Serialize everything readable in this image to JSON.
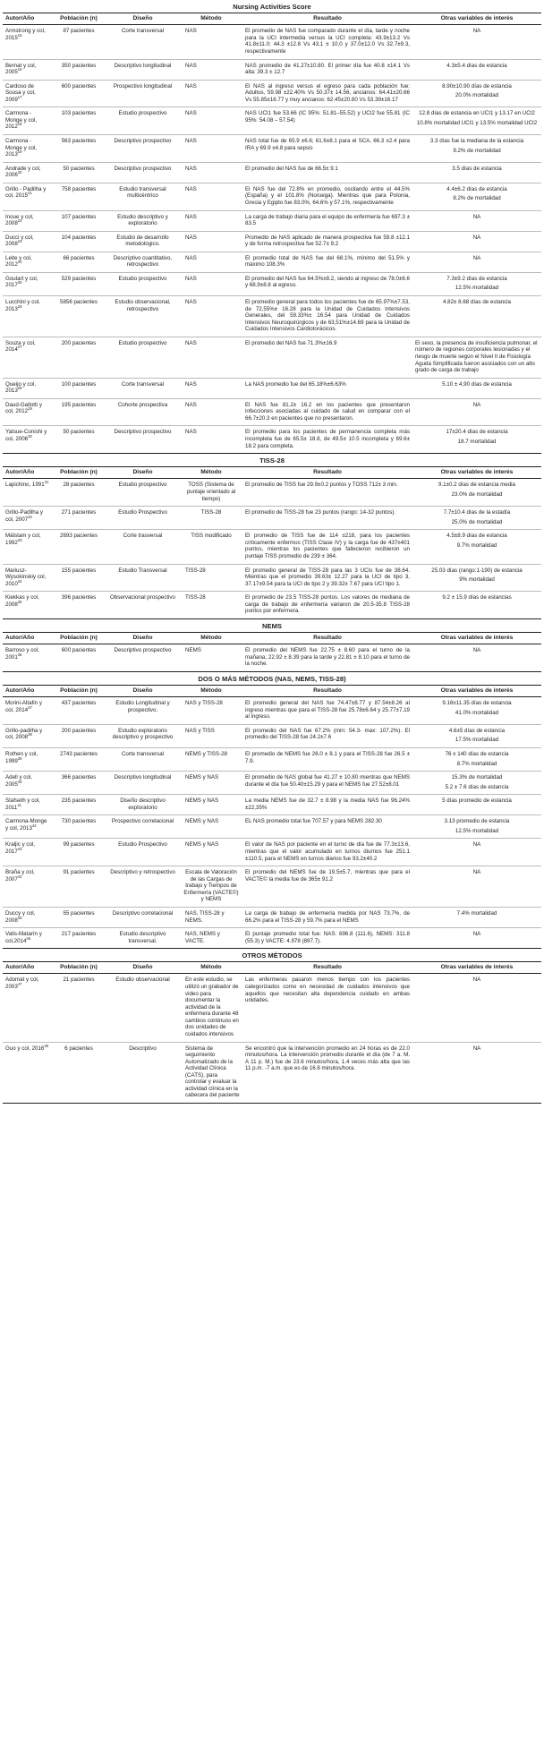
{
  "headers": [
    "Autor/Año",
    "Población (n)",
    "Diseño",
    "Método",
    "Resultado",
    "Otras variables de interés"
  ],
  "sections": [
    {
      "title": "Nursing Activities Score",
      "rows": [
        {
          "author": "Armstrong y col, 2015",
          "ref": "15",
          "population": "87 pacientes",
          "design": "Corte transversal",
          "method": "NAS",
          "result": "El promedio de NAS fue comparado durante el día, tarde y noche para la UCI intermedia versus la UCI completa: 43.9±13.2 Vs 41.8±11.0; 44.3 ±12.8 Vs 43.1 ± 10.0 y 37.0±12.0 Vs 32.7±9.3, respectivamente",
          "other": [
            "NA"
          ]
        },
        {
          "author": "Bernat y col, 2005",
          "ref": "16",
          "population": "350 pacientes",
          "design": "Descriptivo longitudinal",
          "method": "NAS",
          "result": "NAS promedio de 41.27±10.80. El primer día fue 40.8 ±14.1 Vs alta: 39.3 ± 12.7",
          "other": [
            "4.3±5.4 días de estancia"
          ]
        },
        {
          "author": "Cardoso de Sousa y col, 2009",
          "ref": "17",
          "population": "600 pacientes",
          "design": "Prospectivo longitudinal",
          "method": "NAS",
          "result": "El NAS al ingreso versus el egreso para cada población fue: Adultos, 59.98 ±22.40% Vs 50.37± 14.56, ancianos: 64.41±20.66 Vs 55.85±16.77 y muy ancianos: 62.45±20.80 Vs 53.39±16.17",
          "other": [
            "8.90±10.90 días de estancia",
            "20.0% mortalidad"
          ]
        },
        {
          "author": "Carmona - Monge y col, 2012",
          "ref": "18",
          "population": "103 pacientes",
          "design": "Estudio prospectivo",
          "method": "NAS",
          "result": "NAS UCI1 fue 53.66 (IC 95%: 51.81–55.52) y UCI2 fue 55.81 (IC 95%: 54.08 – 57.54)",
          "other": [
            "12.8 días de estancia en UCI1 y 13.17 en UCI2",
            "10.8% mortalidad UCI1 y 13.5% mortalidad UCI2"
          ]
        },
        {
          "author": "Carmona - Monge y col, 2013",
          "ref": "19",
          "population": "563 pacientes",
          "design": "Descriptivo prospectivo",
          "method": "NAS",
          "result": "NAS total fue de 65.9 ±6.6; 61.6±8.1 para el SCA, 66.3 ±2.4 para IRA y 69.9 ±4.8 para sepsis",
          "other": [
            "3.3 días fue la mediana de la estancia",
            "9.2% de mortalidad"
          ]
        },
        {
          "author": "Andrade y col, 2006",
          "ref": "20",
          "population": "50 pacientes",
          "design": "Descriptivo prospectivo",
          "method": "NAS",
          "result": "El promedio del NAS fue de 66.5± 9.1",
          "other": [
            "3.5 días de estancia"
          ]
        },
        {
          "author": "Grillo - Padilha y col, 2015",
          "ref": "21",
          "population": "758 pacientes",
          "design": "Estudio transversal multicéntrico",
          "method": "NAS",
          "result": "El NAS fue del 72.8% en promedio, oscilando entre el 44.5% (España) y el 101.8% (Noruega). Mientras que para Polonia, Grecia y Egipto fue 83.0%, 64.6% y 57.1%, respectivamente",
          "other": [
            "4.4±6.2 días de estancia",
            "8.2% de mortalidad"
          ]
        },
        {
          "author": "Inoue y col, 2008",
          "ref": "22",
          "population": "107 pacientes",
          "design": "Estudio descriptivo y exploratorio",
          "method": "NAS",
          "result": "La carga de trabajo diaria para el equipo de enfermería fue 697.3 ± 83.5",
          "other": [
            "NA"
          ]
        },
        {
          "author": "Ducci y col, 2008",
          "ref": "23",
          "population": "104 pacientes",
          "design": "Estudio de desarrollo metodológico.",
          "method": "NAS",
          "result": "Promedio de NAS aplicado de manera prospectiva fue 59.8 ±12.1 y de forma retrospectiva fue 52.7± 9.2",
          "other": [
            "NA"
          ]
        },
        {
          "author": "Leite y col, 2012",
          "ref": "24",
          "population": "66 pacientes",
          "design": "Descriptivo cuantitativo, retrospectivo",
          "method": "NAS",
          "result": "El promedio total de NAS fue del 68.1%, mínimo del 51.5% y máximo 108.3%",
          "other": [
            "NA"
          ]
        },
        {
          "author": "Goulart y col, 2017",
          "ref": "25",
          "population": "529 pacientes",
          "design": "Estudio prospectivo",
          "method": "NAS",
          "result": "El promedio del NAS fue 64.5%±8.2, siendo al ingreso de 78.0±6.6 y 68.9±8.8 al egreso.",
          "other": [
            "7.3±9.2 días de estancia",
            "12.5% mortalidad"
          ]
        },
        {
          "author": "Lucchini y col, 2013",
          "ref": "26",
          "population": "5856 pacientes",
          "design": "Estudio observacional, retrospectivo",
          "method": "NAS",
          "result": "El promedio general para todos los pacientes fue de 65.97%±7.53, de 72,55%± 16.28 para la Unidad de Cuidados Intensivos Generales, del 59.33%± 16.54 para Unidad de Cuidados Intensivos Neuroquirúrgicos y de 63,51%±14.69 para la Unidad de Cuidados Intensivos Cardiotorácicos.",
          "other": [
            "4.82± 8.68 días de estancia"
          ]
        },
        {
          "author": "Souza y col, 2014",
          "ref": "27",
          "population": "200 pacientes",
          "design": "Estudio prospectivo",
          "method": "NAS",
          "result": "El promedio del NAS fue 71.3%±16.9",
          "other": [
            "El sexo, la presencia de insuficiencia pulmonar, el número de regiones corporales lesionadas y el riesgo de muerte según el Nivel II de Fisiología Aguda Simplificada fueron asociados con un alto grado de carga de trabajo"
          ],
          "other_left": true
        },
        {
          "author": "Queijo y col, 2013",
          "ref": "28",
          "population": "100 pacientes",
          "design": "Corte transversal",
          "method": "NAS",
          "result": "La NAS promedio fue del 65.18%±6.63%",
          "other": [
            "5.10 ± 4,90 días de estancia"
          ]
        },
        {
          "author": "Daud-Gallotti y col, 2012",
          "ref": "29",
          "population": "195 pacientes",
          "design": "Cohorte prospectiva",
          "method": "NAS",
          "result": "El NAS fue 81.2± 16.2 en los pacientes que presentaron infecciones asociadas al cuidado de salud en comparar con el 66.7±20.3 en pacientes que no presentaron.",
          "other": [
            "NA"
          ]
        },
        {
          "author": "Yatsue-Conishi y col, 2006",
          "ref": "30",
          "population": "50 pacientes",
          "design": "Descriptivo prospectivo",
          "method": "NAS",
          "result": "El promedio para los pacientes de permanencia completa más incompleta fue de 65.5± 18.8, de 49.5± 10.5 incompleta y 69.6± 18.2 para completa.",
          "other": [
            "17±20.4 días de estancia",
            "18.7 mortalidad"
          ]
        }
      ]
    },
    {
      "title": "TISS-28",
      "rows": [
        {
          "author": "Lapichino, 1991",
          "ref": "31",
          "population": "28 pacientes",
          "design": "Estudio prospectivo",
          "method": "TOSS (Sistema de puntaje orientado al tiempo)",
          "method_center": true,
          "result": "El promedio de TISS fue 29.9±0.2 puntos y TOSS 712± 3 min.",
          "other": [
            "9.1±0.2 días de estancia media",
            "23.0% de mortalidad"
          ]
        },
        {
          "author": "Grillo-Padilha y col, 2007",
          "ref": "32",
          "population": "271 pacientes",
          "design": "Estudio Prospectivo",
          "method": "TISS-28",
          "method_center": true,
          "result": "El promedio de TISS-28 fue 23 puntos (rango: 14-32 puntos).",
          "other": [
            "7.7±10.4 días de la estadía",
            "25.0% de mortalidad"
          ]
        },
        {
          "author": "Málstam y col, 1992",
          "ref": "33",
          "population": "2693 pacientes",
          "design": "Corte trasversal",
          "method": "TISS modificado",
          "method_center": true,
          "result": "El promedio de TISS fue de 114 ±218, para los pacientes críticamente enfermos (TISS Clase IV) y la carga fue de 437±401 puntos, mientras los pacientes que fallecieron recibieron un puntaje TISS promedio de 239 ± 364.",
          "other": [
            "4.5±8.9 días de estancia",
            "9.7% mortalidad"
          ]
        },
        {
          "author": "Mariusz-Wysokinskiy col, 2010",
          "ref": "34",
          "population": "155 pacientes",
          "design": "Estudio Transversal",
          "method": "TISS-28",
          "result": "El promedio general de TISS-28 para las 3 UCIs fue de 38.64. Mientras que el promedio 39.63± 12.27 para la UCI de tipo 3, 37.17±9.54 para la UCI de tipo 2 y 39.32± 7.67 para UCI tipo 1.",
          "other": [
            "25.03 días (rango:1-190) de estancia",
            "9% mortalidad"
          ]
        },
        {
          "author": "Kiekkas y col, 2008",
          "ref": "35",
          "population": "396 pacientes",
          "design": "Observacional prospectivo",
          "method": "TISS-28",
          "result": "El promedio de 23.5 TISS-28 puntos. Los valores de mediana de carga de trabajo de enfermería variaron de 20.5-35.8 TISS-28 puntos por enfermera.",
          "other": [
            "9.2 ± 15.9 días de estancias"
          ]
        }
      ]
    },
    {
      "title": "NEMS",
      "rows": [
        {
          "author": "Barroso y col, 2001",
          "ref": "36",
          "population": "600 pacientes",
          "design": "Descriptivo prospectivo",
          "method": "NEMS",
          "result": "El promedio del NEMS fue 22.75 ± 8.60 para el turno de la mañana, 22.92 ± 8.39 para la tarde y 22.81 ± 8.10 para el turno de la noche.",
          "other": [
            "NA"
          ]
        }
      ]
    },
    {
      "title": "DOS O MÁS MÉTODOS (NAS, NEMS, TISS-28)",
      "rows": [
        {
          "author": "Morini-Altafin y col, 2014",
          "ref": "37",
          "population": "437 pacientes",
          "design": "Estudio Longitudinal y prospectivo.",
          "method": "NAS y TISS-28",
          "result": "El promedio general del NAS fue 74.47±8.77 y 87.54±8.26 al ingreso mientras que para el TISS-28 fue 25.78±6.64 y 25.77±7.19 al ingreso.",
          "other": [
            "9.16±11.35 días de estancia",
            "41.0% mortalidad"
          ]
        },
        {
          "author": "Grillo-padilha y col, 2008",
          "ref": "38",
          "population": "200 pacientes",
          "design": "Estudio exploratorio descriptivo y prospectivo",
          "method": "NAS y TISS",
          "result": "El promedio del NAS fue 67.2% (min: 54.3- max: 107.2%). El promedio del TISS-28 fue 24.2±7.6",
          "other": [
            "4.6±5 días de estancia",
            "17.5% mortalidad"
          ]
        },
        {
          "author": "Rothen y col, 1999",
          "ref": "39",
          "population": "2743 pacientes",
          "design": "Corte transversal",
          "method": "NEMS y TISS-28",
          "result": "El promedio de NEMS fue 26.0 ± 8.1 y para el TISS-28 fue 26.5 ± 7.9.",
          "other": [
            "76 ± 140 días de estancia",
            "8.7% mortalidad"
          ]
        },
        {
          "author": "Adell y col, 2005",
          "ref": "40",
          "population": "366 pacientes",
          "design": "Descriptivo longitudinal",
          "method": "NEMS y NAS",
          "result": "El promedio de NAS global fue 41.27 ± 10.80 mientras que NEMS durante el día fue 50.40±15.29 y para el NEMS fue 27.52±8.01",
          "other": [
            "15.3% de mortalidad",
            "5.2 ± 7.6 días de estancia"
          ]
        },
        {
          "author": "Stafseth y col, 2011",
          "ref": "41",
          "population": "235 pacientes",
          "design": "Diseño descriptivo exploratorio",
          "method": "NEMS y NAS",
          "result": "La media NEMS fue de 32.7 ± 8.98 y la media NAS fue 96.24%±22,35%",
          "other": [
            "5 días promedio de estancia"
          ]
        },
        {
          "author": "Carmona-Monge y col, 2013",
          "ref": "42",
          "population": "730 pacientes",
          "design": "Prospectivo correlacional",
          "method": "NEMS y NAS",
          "result": "EL NAS promedio total fue 707.57 y para NEMS 282.30",
          "other": [
            "3.13 promedio de estancia",
            "12.5% mortalidad"
          ]
        },
        {
          "author": "Kraljic y col, 2017",
          "ref": "43",
          "population": "99 pacientes",
          "design": "Estudio Prospectivo",
          "method": "NEMS y NAS",
          "result": "El valor de NAS por paciente en el turno de día fue de 77.3±13.6, mientras que el valor acumulado en turnos diurnos fue 251.1 ±110.5, para el NEMS en turnos diarios fue 93.2±40.2",
          "other": [
            "NA"
          ]
        },
        {
          "author": "Braña y col, 2007",
          "ref": "44",
          "population": "91 pacientes",
          "design": "Descriptivo y retrospectivo",
          "method": "Escala de Valoración de las Cargas de trabajo y Tiempos de Enfermería (VACTE©) y NEMS",
          "method_center": true,
          "result": "El promedio del NEMS fue de 19.5±5.7, mientras que para el VACTE© la media fue de 365± 91.2",
          "other": [
            "NA"
          ]
        },
        {
          "author": "Duccy y col, 2008",
          "ref": "45",
          "population": "55 pacientes",
          "design": "Descriptivo correlacional",
          "method": "NAS, TISS-28 y NEMS.",
          "result": "La carga de trabajo de enfermería medida por NAS 73.7%, de 66.2% para el TISS-28 y 59.7% para el NEMS",
          "other": [
            "7.4% mortalidad"
          ]
        },
        {
          "author": "Valls-Matarín y col,2014",
          "ref": "46",
          "population": "217 pacientes",
          "design": "Estudio descriptivo transversal.",
          "method": "NAS, NEMS y VACTE.",
          "result": "El puntaje promedio total fue: NAS: 696.8 (111.6), NEMS: 311.8 (55.3) y VACTE: 4.978 (897.7).",
          "other": [
            "NA"
          ]
        }
      ]
    },
    {
      "title": "OTROS MÉTODOS",
      "rows": [
        {
          "author": "Adomat y col, 2003",
          "ref": "47",
          "population": "21 pacientes",
          "design": "Estudio observacional",
          "method": "En este estudio, se utilizó un grabador de video para documentar la actividad de la enfermera durante 48 cambios continuos en dos unidades de cuidados intensivos",
          "result": "Las enfermeras pasaron menos tiempo con los pacientes categorizados como en necesidad de cuidados intensivos que aquellos que necesitan alta dependencia cuidado en ambas unidades.",
          "other": [
            "NA"
          ]
        },
        {
          "author": "Guo y col, 2016",
          "ref": "48",
          "population": "6 pacientes",
          "design": "Descriptivo",
          "method": "Sistema de seguimiento Automatizado de la Actividad Clínica (CATS), para controlar y evaluar la actividad clínica en la cabecera del paciente",
          "result": "Se encontró que la intervención promedio en 24 horas es de 22.0 minutos/hora. La intervención promedio durante el día (de 7 a. M. A 11 p. M.) fue de 23.6 minutos/hora, 1.4 veces más alta que las 11 p.m. -7 a.m. que es de 16.8 minutos/hora.",
          "other": [
            "NA"
          ]
        }
      ]
    }
  ]
}
